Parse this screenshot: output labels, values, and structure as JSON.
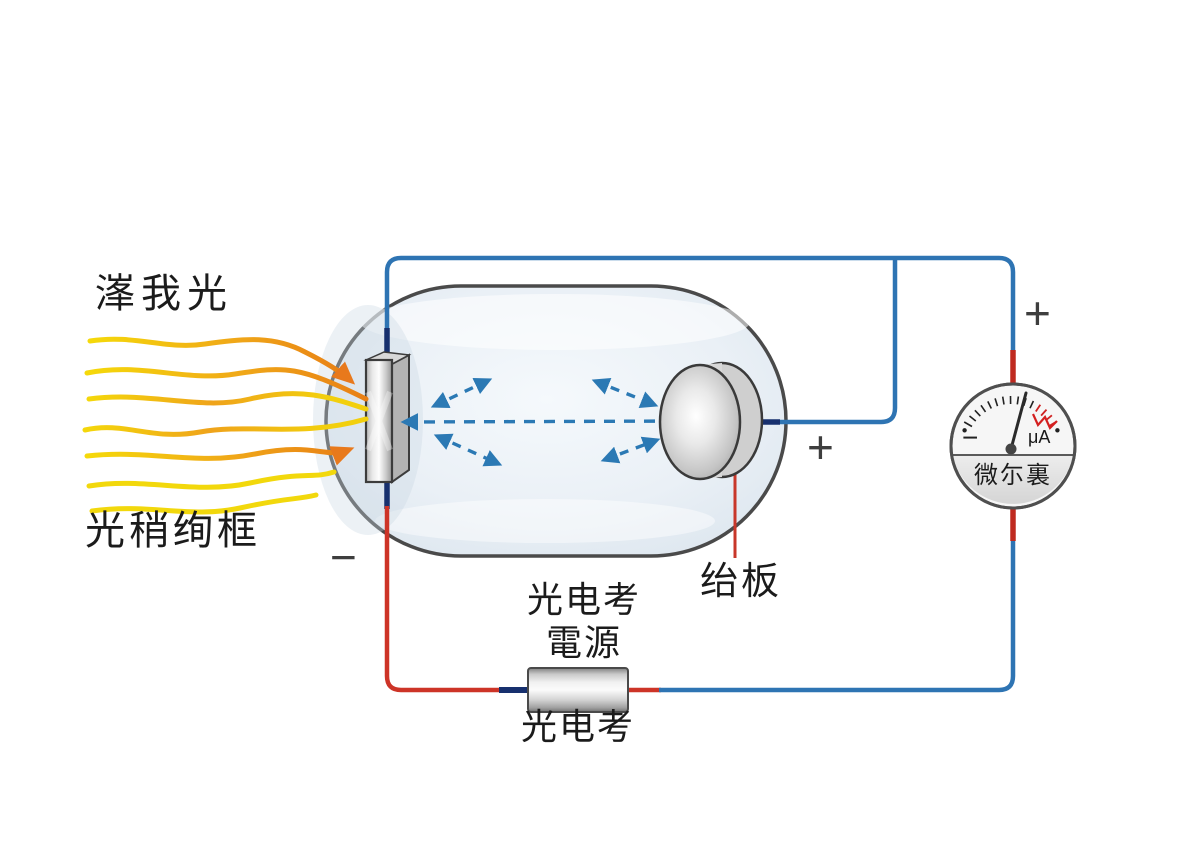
{
  "labels": {
    "incident_light": "溄我光",
    "photocathode": "光稍绚框",
    "anode": "绐板",
    "psu_line1": "光电考",
    "psu_line2": "電源",
    "battery": "光电考"
  },
  "meter": {
    "minus": "−",
    "unit": "μA",
    "label": "微尓裏"
  },
  "polarity": {
    "plus_top": "+",
    "plus_anode": "+",
    "minus_cathode": "−"
  },
  "colors": {
    "wire_blue": "#2e74b3",
    "wire_red": "#cd3427",
    "wire_navy": "#17306e",
    "electron_arrow_blue": "#2b79b4",
    "ray_yellow": "#f2d80c",
    "ray_orange": "#e8821c",
    "meter_scale_red": "#cf2222",
    "tube_fill": "#e8eef4",
    "metal_gray": "#c9c9c9"
  }
}
